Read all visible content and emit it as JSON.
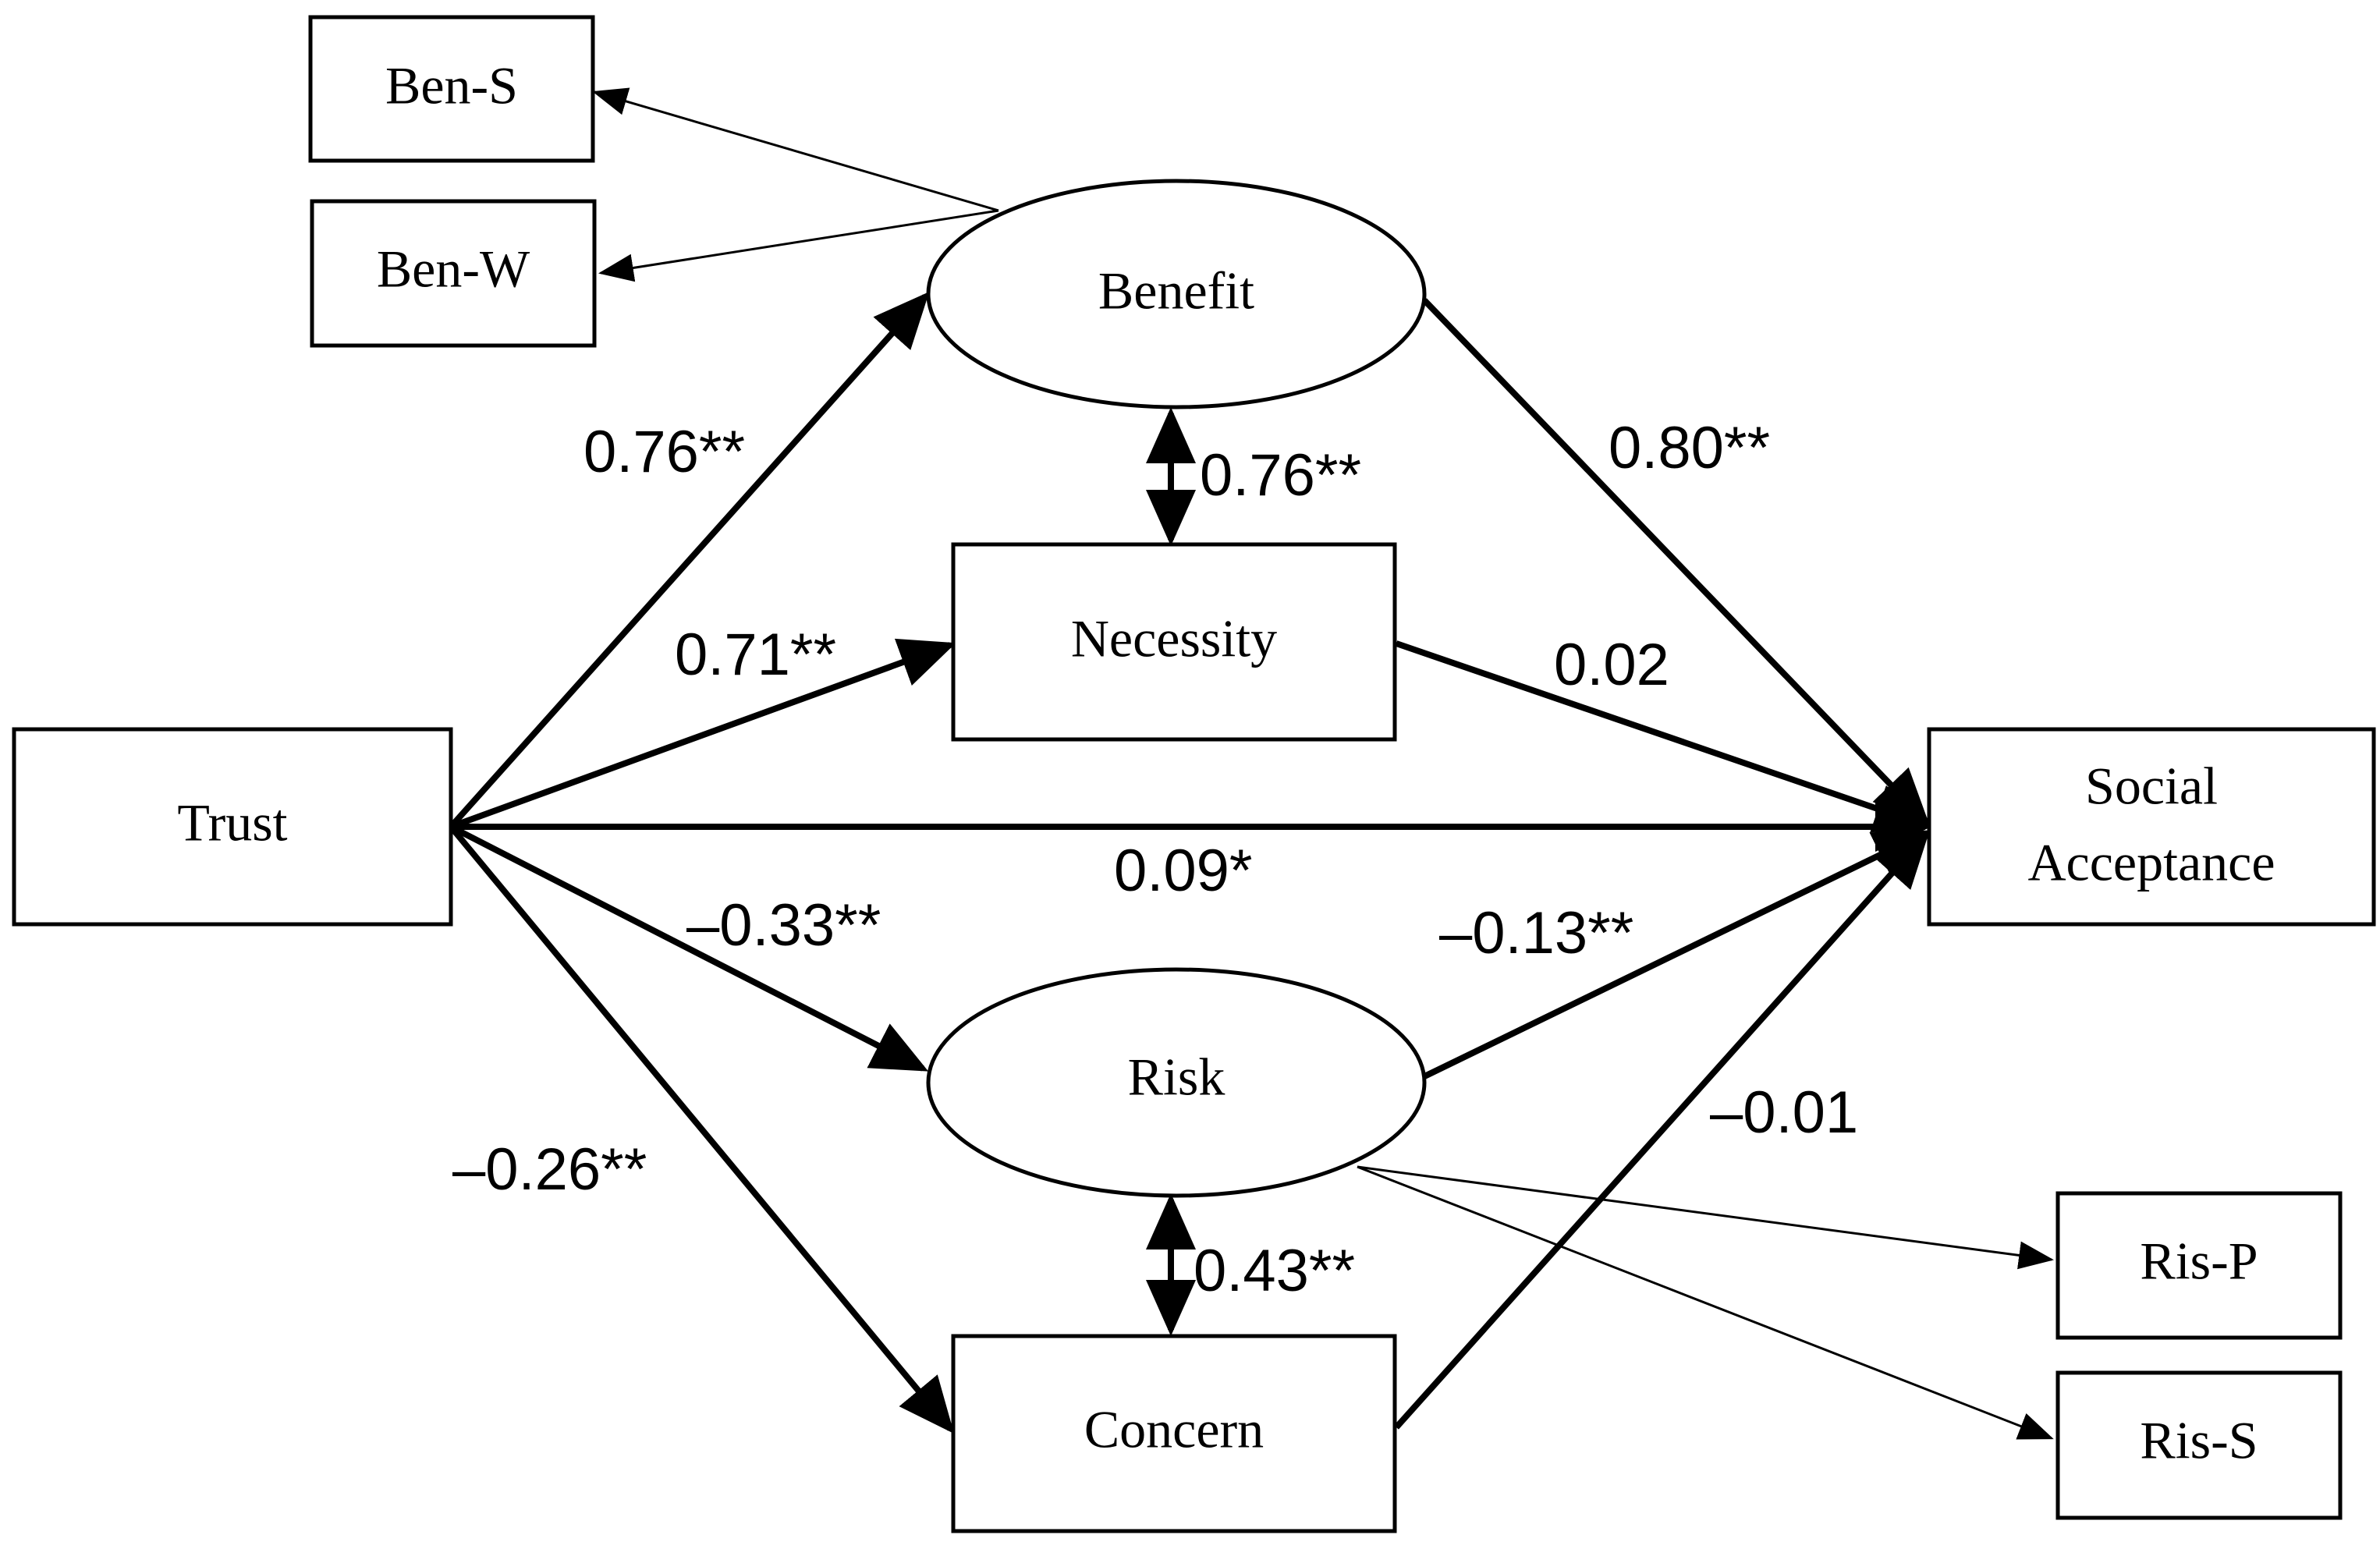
{
  "nodes": {
    "ben_s": "Ben-S",
    "ben_w": "Ben-W",
    "benefit": "Benefit",
    "necessity": "Necessity",
    "trust": "Trust",
    "social_acceptance_line1": "Social",
    "social_acceptance_line2": "Acceptance",
    "risk": "Risk",
    "concern": "Concern",
    "ris_p": "Ris-P",
    "ris_s": "Ris-S"
  },
  "coefficients": {
    "trust_benefit": "0.76**",
    "benefit_necessity": "0.76**",
    "benefit_social": "0.80**",
    "trust_necessity": "0.71**",
    "necessity_social": "0.02",
    "trust_social": "0.09*",
    "trust_risk": "–0.33**",
    "risk_social": "–0.13**",
    "trust_concern": "–0.26**",
    "concern_social": "–0.01",
    "risk_concern": "0.43**"
  }
}
